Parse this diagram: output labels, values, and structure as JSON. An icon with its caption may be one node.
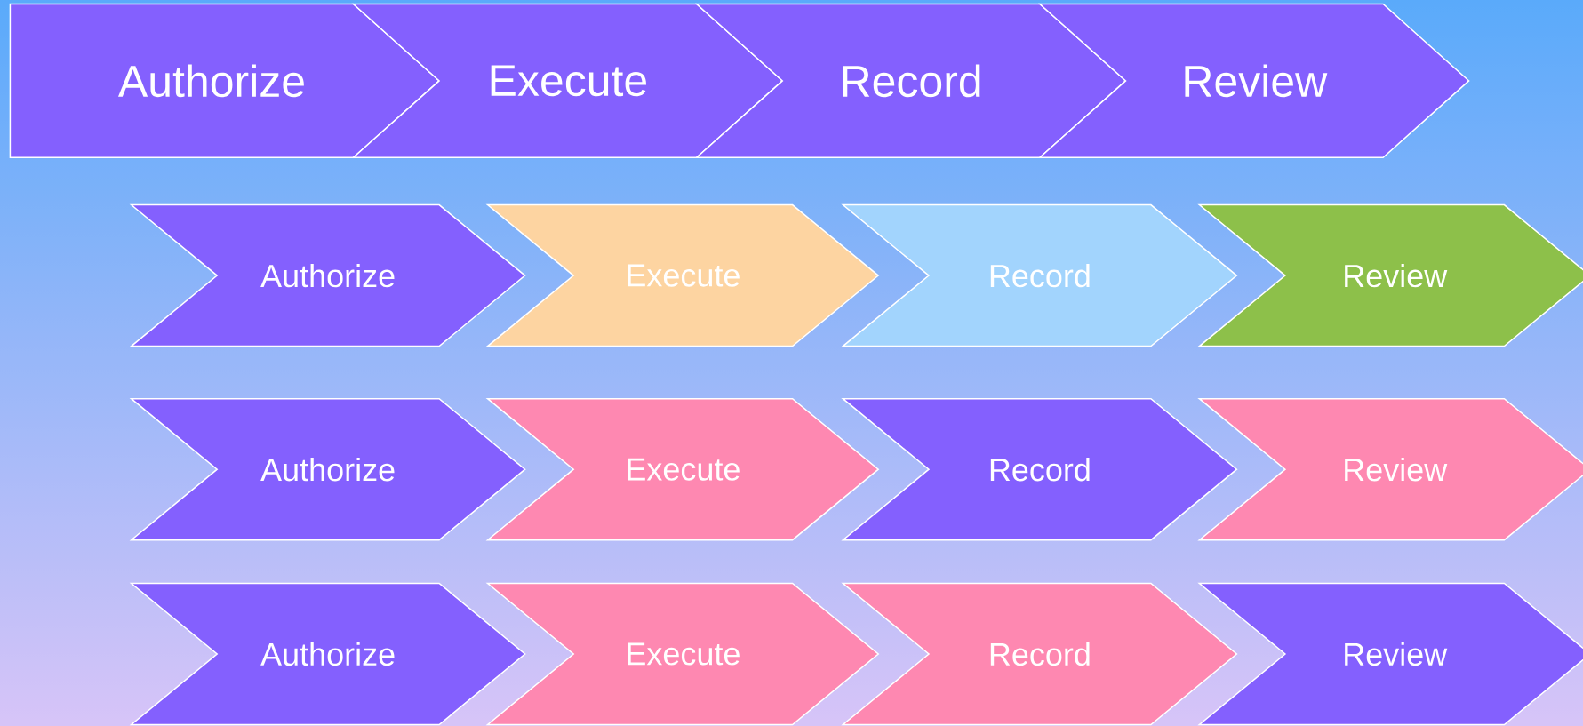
{
  "diagram": {
    "nodes": [
      {
        "text": [
          "Authorize"
        ]
      },
      {
        "text": [
          "Execute"
        ]
      },
      {
        "text": [
          "Record"
        ]
      },
      {
        "text": [
          "Review"
        ]
      },
      {
        "text": [
          "Authorize"
        ]
      },
      {
        "text": [
          "Execute"
        ]
      },
      {
        "text": [
          "Record"
        ]
      },
      {
        "text": [
          "Review"
        ]
      },
      {
        "text": [
          "Authorize"
        ]
      },
      {
        "text": [
          "Execute"
        ]
      },
      {
        "text": [
          "Record"
        ]
      },
      {
        "text": [
          "Review"
        ]
      },
      {
        "text": [
          "Authorize"
        ]
      },
      {
        "text": [
          "Execute"
        ]
      },
      {
        "text": [
          "Record"
        ]
      },
      {
        "text": [
          "Review"
        ]
      }
    ]
  }
}
